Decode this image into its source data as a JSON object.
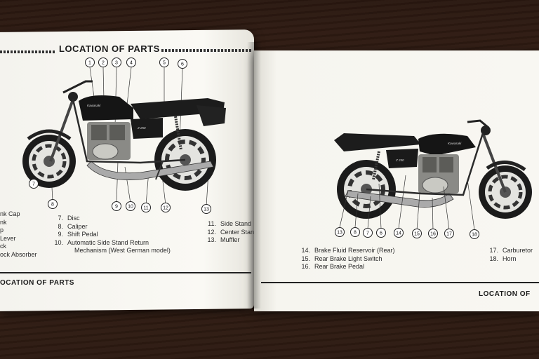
{
  "left_page": {
    "title": "LOCATION OF PARTS",
    "callouts_top": [
      "1",
      "2",
      "3",
      "4",
      "5",
      "6"
    ],
    "callouts_bottom": [
      "7",
      "8",
      "9",
      "10",
      "11",
      "12",
      "13"
    ],
    "brand": "Kawasaki",
    "model": "Z 250",
    "partial_list": [
      "nk Cap",
      "nk",
      "p",
      "Lever",
      "ck",
      "ock Absorber"
    ],
    "list_a": [
      {
        "num": "7.",
        "label": "Disc"
      },
      {
        "num": "8.",
        "label": "Caliper"
      },
      {
        "num": "9.",
        "label": "Shift Pedal"
      },
      {
        "num": "10.",
        "label": "Automatic Side Stand Return"
      },
      {
        "num": "",
        "label": "Mechanism (West German model)"
      }
    ],
    "list_b": [
      {
        "num": "11.",
        "label": "Side Stand"
      },
      {
        "num": "12.",
        "label": "Center Stan"
      },
      {
        "num": "13.",
        "label": "Muffler"
      }
    ],
    "footer": "OCATION  OF  PARTS"
  },
  "right_page": {
    "brand": "Kawasaki",
    "model": "Z 250",
    "callouts": [
      "13",
      "8",
      "7",
      "6",
      "14",
      "15",
      "16",
      "17",
      "18"
    ],
    "list_a": [
      {
        "num": "14.",
        "label": "Brake Fluid Reservoir (Rear)"
      },
      {
        "num": "15.",
        "label": "Rear Brake Light Switch"
      },
      {
        "num": "16.",
        "label": "Rear Brake Pedal"
      }
    ],
    "list_b": [
      {
        "num": "17.",
        "label": "Carburetor"
      },
      {
        "num": "18.",
        "label": "Horn"
      }
    ],
    "footer": "LOCATION  OF"
  }
}
